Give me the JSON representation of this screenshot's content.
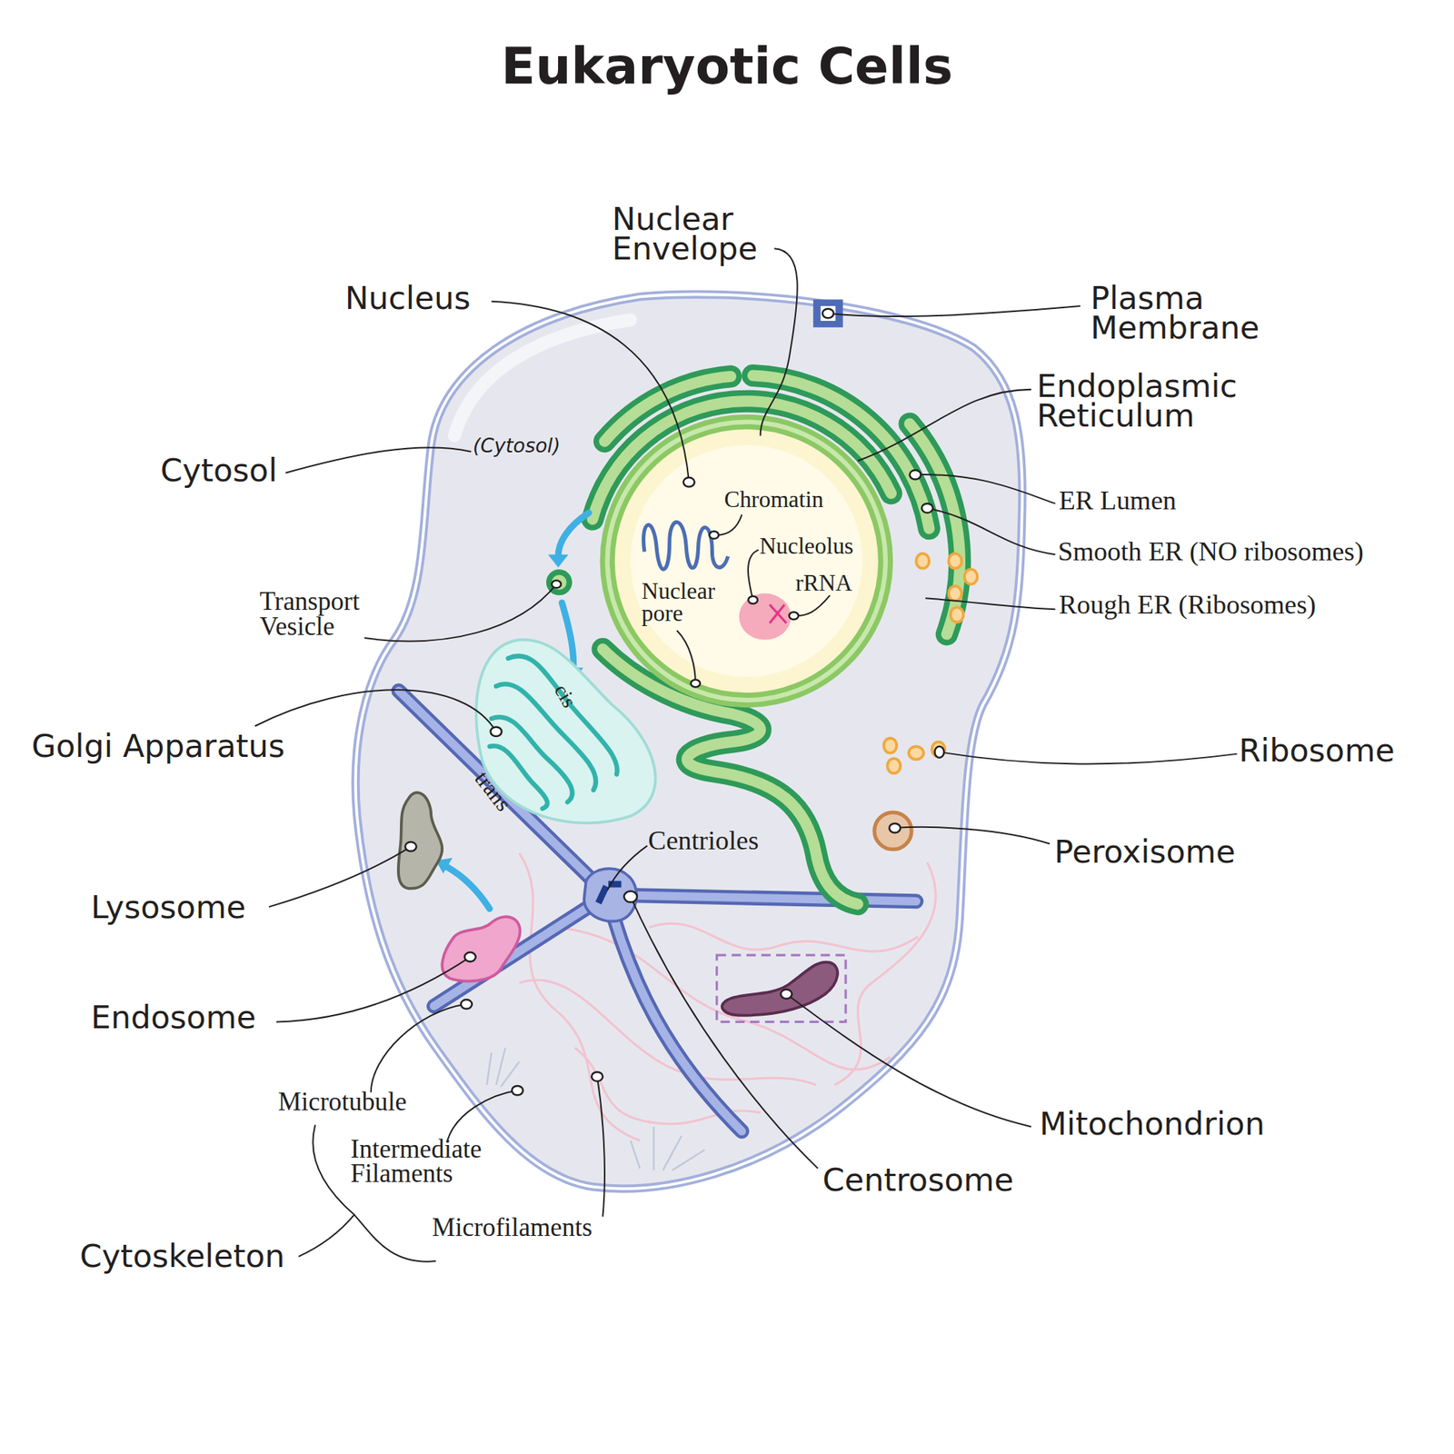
{
  "diagram": {
    "title": "Eukaryotic Cells",
    "labels": [
      "Nuclear Envelope",
      "Nucleus",
      "Plasma Membrane",
      "Endoplasmic Reticulum",
      "Cytosol",
      "(Cytosol)",
      "Chromatin",
      "ER Lumen",
      "Nucleolus",
      "Smooth ER (NO ribosomes)",
      "rRNA",
      "Nuclear pore",
      "Transport Vesicle",
      "Rough ER (Ribosomes)",
      "cis",
      "Golgi Apparatus",
      "Ribosome",
      "trans",
      "Centrioles",
      "Peroxisome",
      "Lysosome",
      "Endosome",
      "Mitochondrion",
      "Microtubule",
      "Intermediate Filaments",
      "Centrosome",
      "Microfilaments",
      "Cytoskeleton"
    ]
  }
}
